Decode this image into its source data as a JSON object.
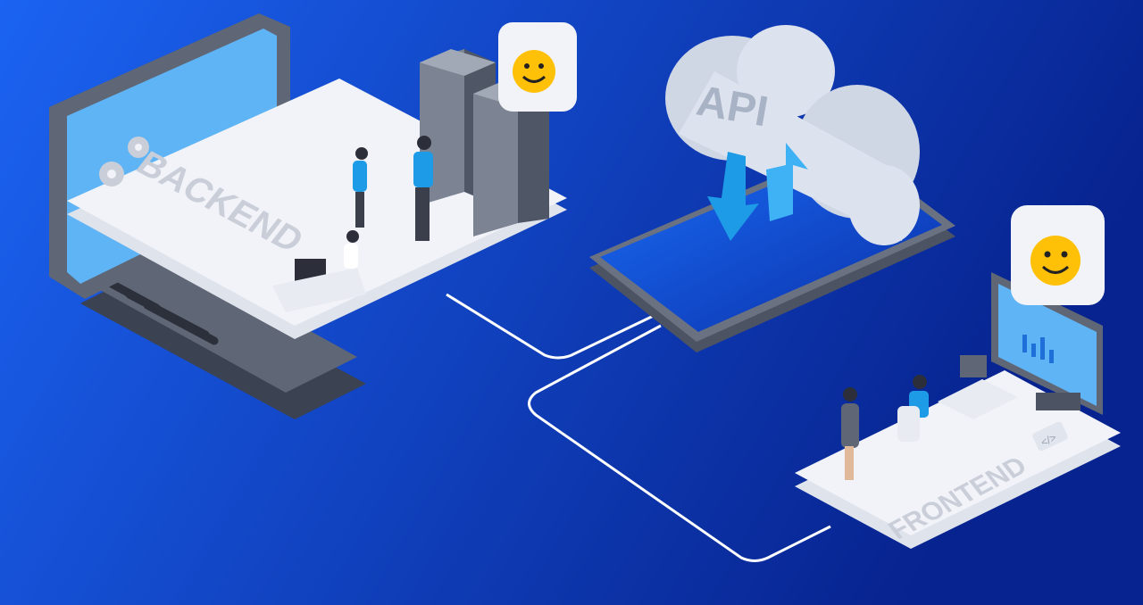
{
  "labels": {
    "backend": "BACKEND",
    "api": "API",
    "frontend": "FRONTEND",
    "code_tag": "</>"
  },
  "colors": {
    "bg_left": "#1b63f2",
    "bg_right": "#07238f",
    "platform": "#f1f3f8",
    "device_frame": "#5f6675",
    "screen": "#5fb4f5",
    "accent": "#1e9be6",
    "emoji": "#ffc107"
  },
  "icons": [
    "gear-icon",
    "smiley-icon",
    "arrow-up-icon",
    "arrow-down-icon",
    "code-icon"
  ]
}
